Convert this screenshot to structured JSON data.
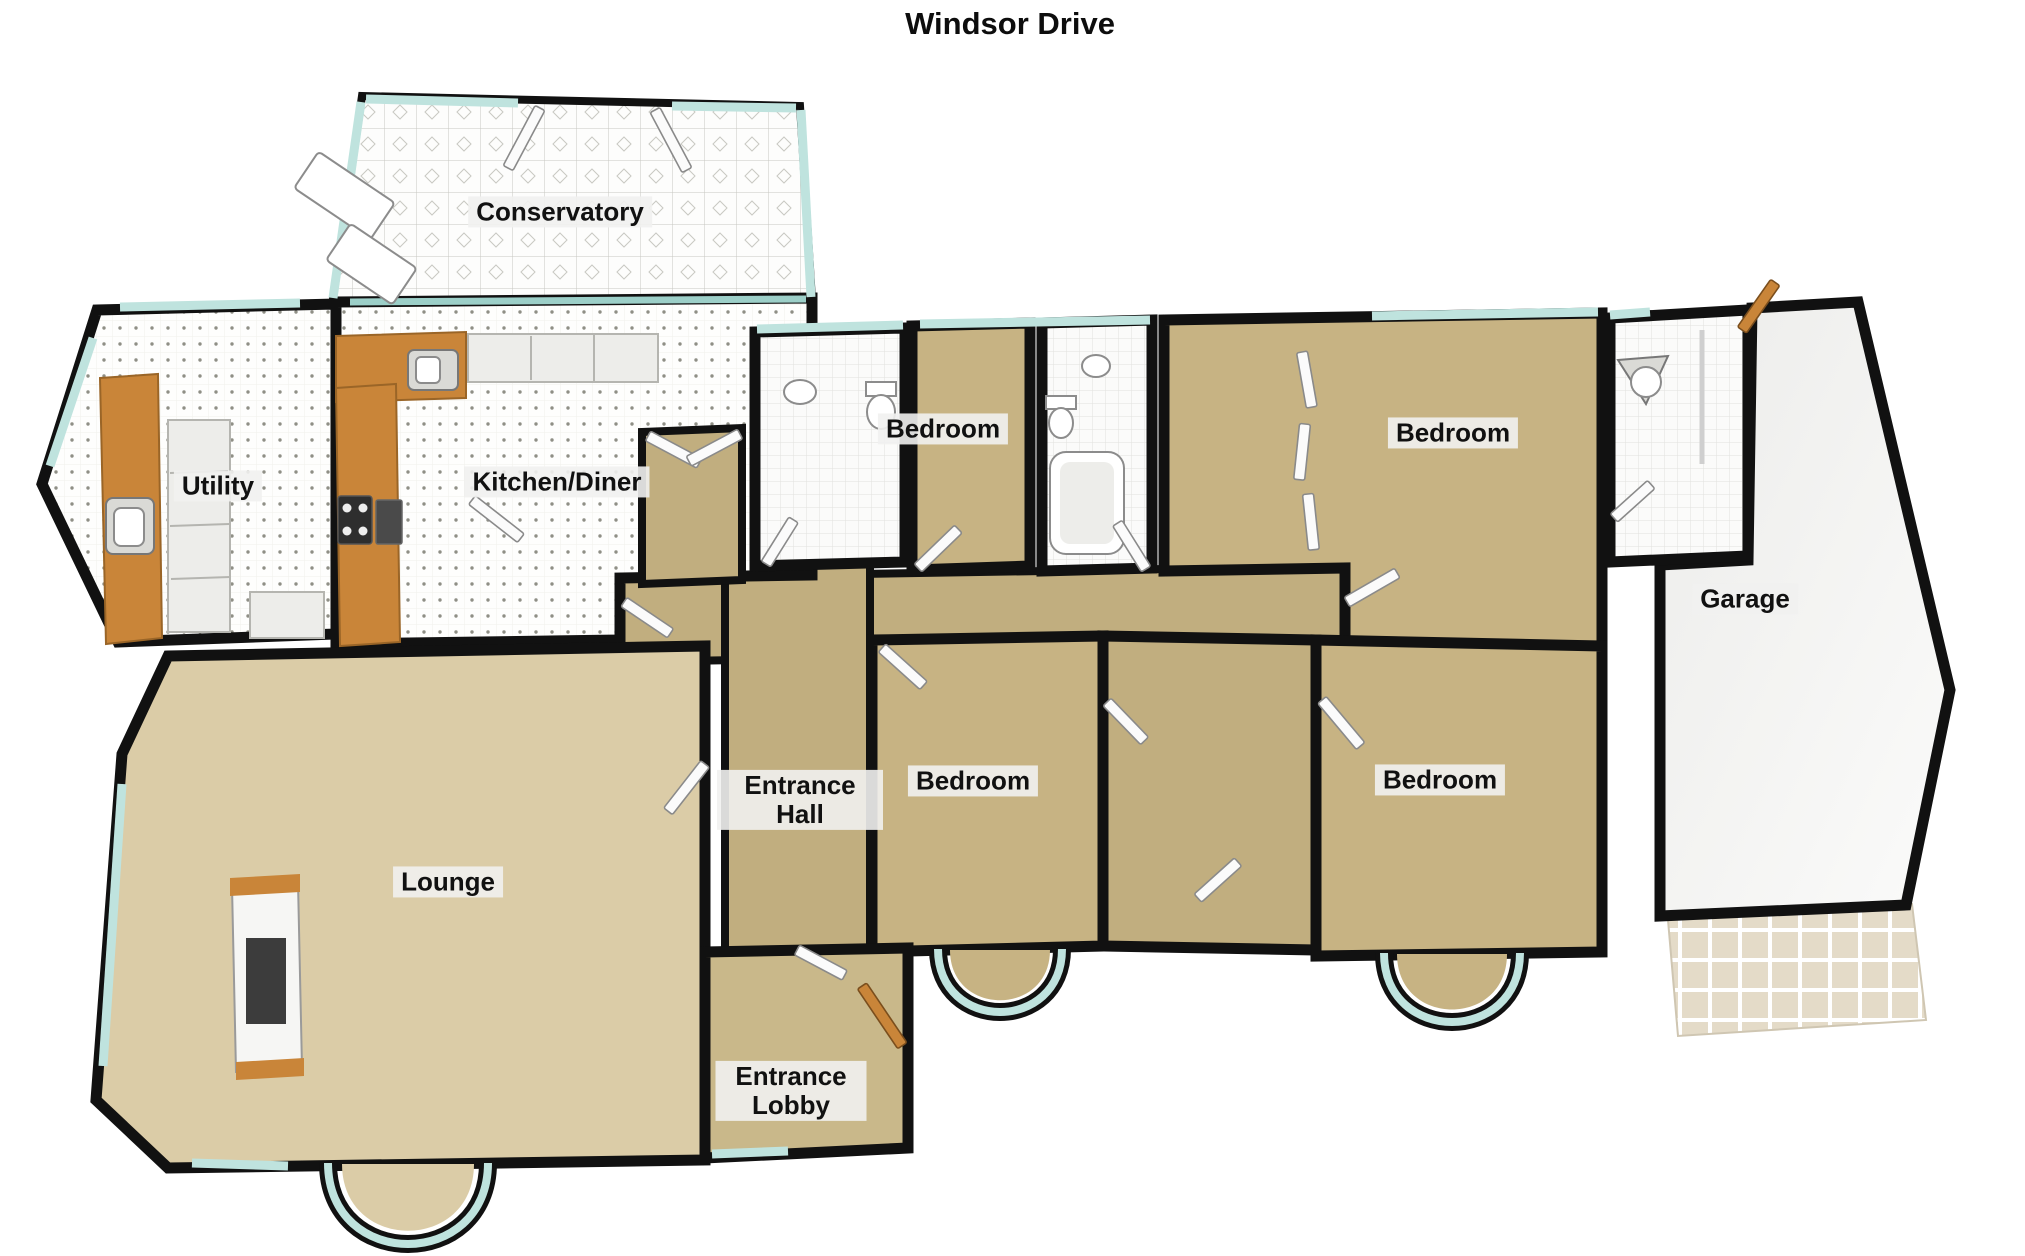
{
  "title": "Windsor Drive",
  "rooms": [
    {
      "id": "conservatory",
      "label": "Conservatory"
    },
    {
      "id": "utility",
      "label": "Utility"
    },
    {
      "id": "kitchen-diner",
      "label": "Kitchen/Diner"
    },
    {
      "id": "bedroom-top-middle",
      "label": "Bedroom"
    },
    {
      "id": "bedroom-top-right",
      "label": "Bedroom"
    },
    {
      "id": "garage",
      "label": "Garage"
    },
    {
      "id": "entrance-hall",
      "label": "Entrance Hall"
    },
    {
      "id": "bedroom-middle-left",
      "label": "Bedroom"
    },
    {
      "id": "bedroom-middle-right",
      "label": "Bedroom"
    },
    {
      "id": "lounge",
      "label": "Lounge"
    },
    {
      "id": "entrance-lobby",
      "label": "Entrance Lobby"
    }
  ],
  "fixtures": [
    "kitchen-sink",
    "kitchen-hob",
    "utility-sink",
    "wc-basin",
    "wc-toilet",
    "bathroom-basin",
    "bathroom-toilet",
    "bath-tub",
    "ensuite-corner-basin",
    "fireplace",
    "front-door",
    "conservatory-double-doors",
    "bay-windows",
    "driveway-paving"
  ],
  "colors": {
    "background": "#FFFFFF",
    "wall": "#111111",
    "glass": "#BFE3DE",
    "glass_deep": "#9CCFC8",
    "carpet_bedroom": "#C7B383",
    "carpet_hall": "#C1AE7F",
    "carpet_lounge": "#DBCCA7",
    "carpet_lobby": "#C9B88A",
    "wood": "#C98539",
    "paving": "#E4DBC8",
    "label_bg": "#F1F1EF",
    "label_text": "#111111"
  }
}
